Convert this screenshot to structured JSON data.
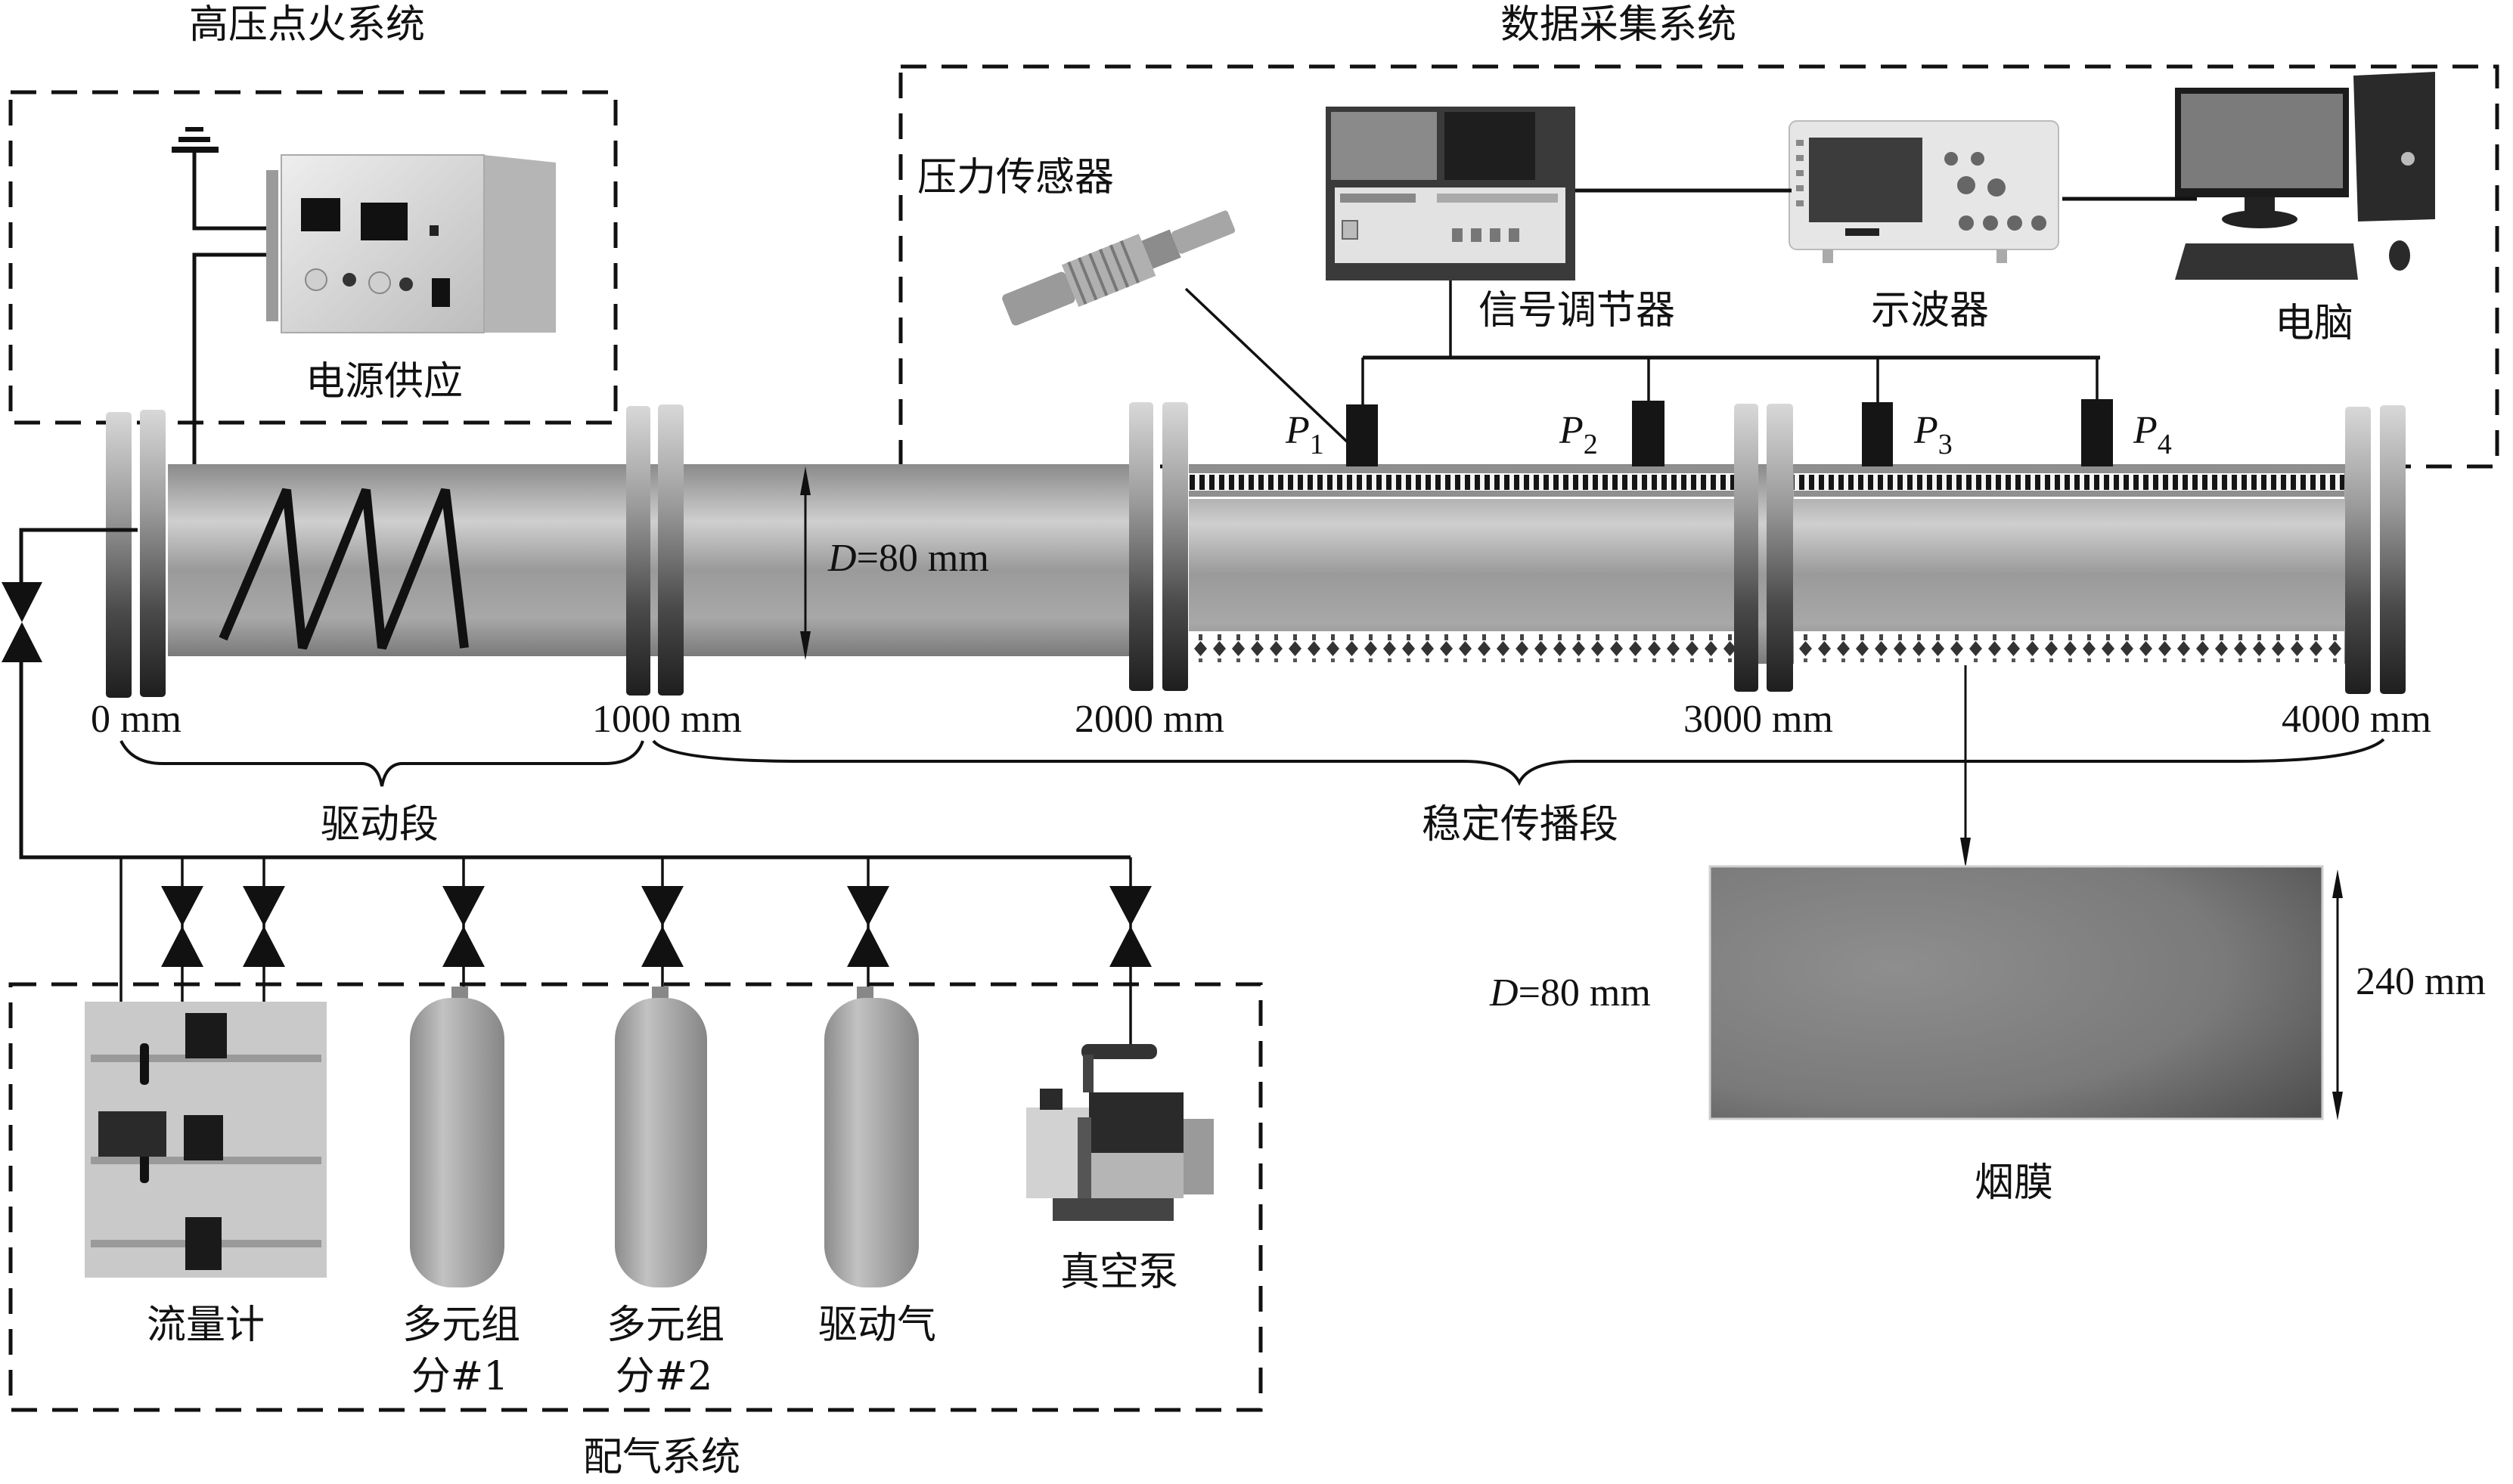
{
  "figure": {
    "title": "Detonation tube experimental setup",
    "subsystems": {
      "ignition": {
        "title": "高压点火系统",
        "power_supply_label": "电源供应"
      },
      "data_acquisition": {
        "title": "数据采集系统",
        "pressure_sensor_label": "压力传感器",
        "signal_conditioner_label": "信号调节器",
        "oscilloscope_label": "示波器",
        "computer_label": "电脑"
      },
      "gas_supply": {
        "title": "配气系统",
        "items": [
          {
            "label_line1": "流量计",
            "label_line2": ""
          },
          {
            "label_line1": "多元组",
            "label_line2": "分#1"
          },
          {
            "label_line1": "多元组",
            "label_line2": "分#2"
          },
          {
            "label_line1": "驱动气",
            "label_line2": ""
          },
          {
            "label_line1": "真空泵",
            "label_line2": ""
          }
        ]
      }
    },
    "tube": {
      "diameter_label_prefix": "D",
      "diameter_label_value": "=80 mm",
      "positions": [
        "0 mm",
        "1000 mm",
        "2000 mm",
        "3000 mm",
        "4000 mm"
      ],
      "sections": {
        "driver": "驱动段",
        "propagation": "稳定传播段"
      },
      "sensors": [
        {
          "name": "P",
          "sub": "1"
        },
        {
          "name": "P",
          "sub": "2"
        },
        {
          "name": "P",
          "sub": "3"
        },
        {
          "name": "P",
          "sub": "4"
        }
      ]
    },
    "soot_foil": {
      "label": "烟膜",
      "width_label_prefix": "D",
      "width_label_value": "=80 mm",
      "length_label": "240 mm"
    },
    "colors": {
      "line": "#111111",
      "pipe_light": "#c8c8c8",
      "pipe_dark": "#7a7a7a",
      "foil": "#7d7d7d"
    }
  }
}
